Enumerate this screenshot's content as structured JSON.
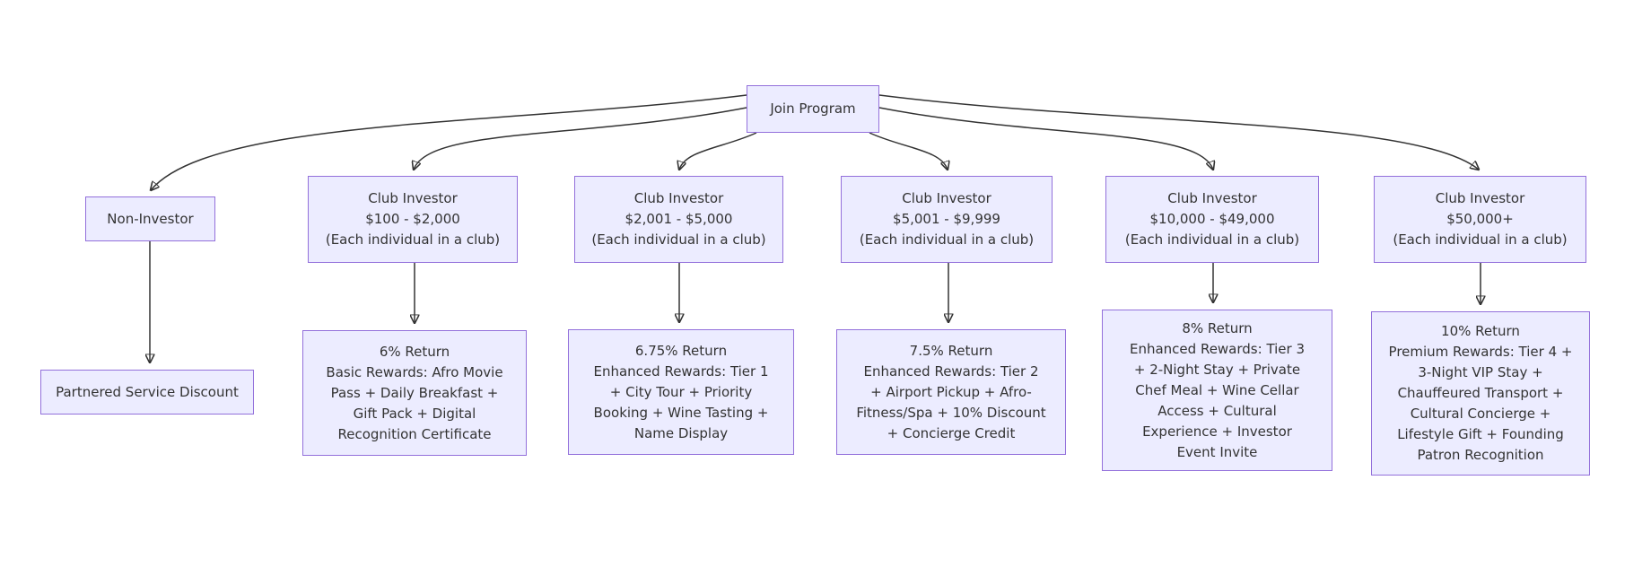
{
  "diagram": {
    "type": "flowchart",
    "colors": {
      "node_fill": "#ECECFF",
      "node_border": "#9370DB",
      "edge": "#333333",
      "text": "#333333",
      "background": "#ffffff"
    },
    "root": {
      "label": "Join Program"
    },
    "branches": [
      {
        "name": "non-investor",
        "tier_label": "Non-Investor",
        "reward_label": "Partnered Service Discount"
      },
      {
        "name": "club-investor-100-2000",
        "tier_label": "Club Investor\n$100 - $2,000\n(Each individual in a club)",
        "reward_label": "6% Return\nBasic Rewards: Afro Movie\nPass + Daily Breakfast +\nGift Pack + Digital\nRecognition Certificate"
      },
      {
        "name": "club-investor-2001-5000",
        "tier_label": "Club Investor\n$2,001 - $5,000\n(Each individual in a club)",
        "reward_label": "6.75% Return\nEnhanced Rewards: Tier 1\n+ City Tour + Priority\nBooking + Wine Tasting +\nName Display"
      },
      {
        "name": "club-investor-5001-9999",
        "tier_label": "Club Investor\n$5,001 - $9,999\n(Each individual in a club)",
        "reward_label": "7.5% Return\nEnhanced Rewards: Tier 2\n+ Airport Pickup + Afro-\nFitness/Spa + 10% Discount\n+ Concierge Credit"
      },
      {
        "name": "club-investor-10000-49000",
        "tier_label": "Club Investor\n$10,000 - $49,000\n(Each individual in a club)",
        "reward_label": "8% Return\nEnhanced Rewards: Tier 3\n+ 2-Night Stay + Private\nChef Meal + Wine Cellar\nAccess + Cultural\nExperience + Investor\nEvent Invite"
      },
      {
        "name": "club-investor-50000-plus",
        "tier_label": "Club Investor\n$50,000+\n(Each individual in a club)",
        "reward_label": "10% Return\nPremium Rewards: Tier 4 +\n3-Night VIP Stay +\nChauffeured Transport +\nCultural Concierge +\nLifestyle Gift + Founding\nPatron Recognition"
      }
    ]
  }
}
